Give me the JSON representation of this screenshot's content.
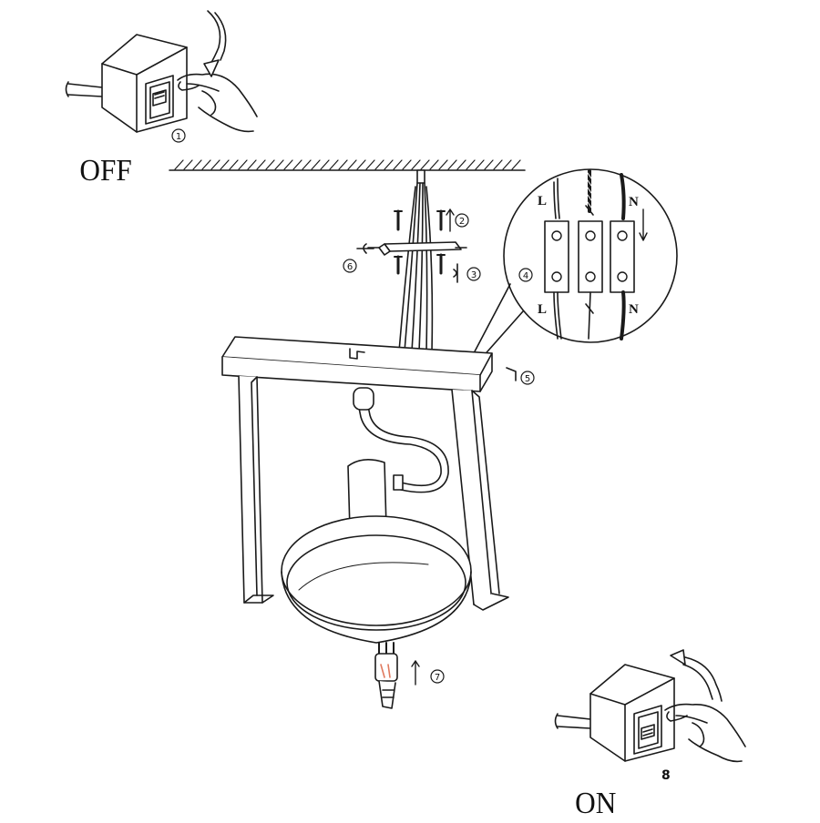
{
  "labels": {
    "off": "OFF",
    "on": "ON",
    "phase_top": "L",
    "neutral_top": "N",
    "phase_bottom": "L",
    "neutral_bottom": "N"
  },
  "steps": {
    "s1": "1",
    "s2": "2",
    "s3": "3",
    "s4": "4",
    "s5": "5",
    "s6": "6",
    "s7": "7",
    "s8": "8"
  },
  "colors": {
    "line": "#1a1a1a",
    "bulb_filament": "#e07a5f"
  }
}
